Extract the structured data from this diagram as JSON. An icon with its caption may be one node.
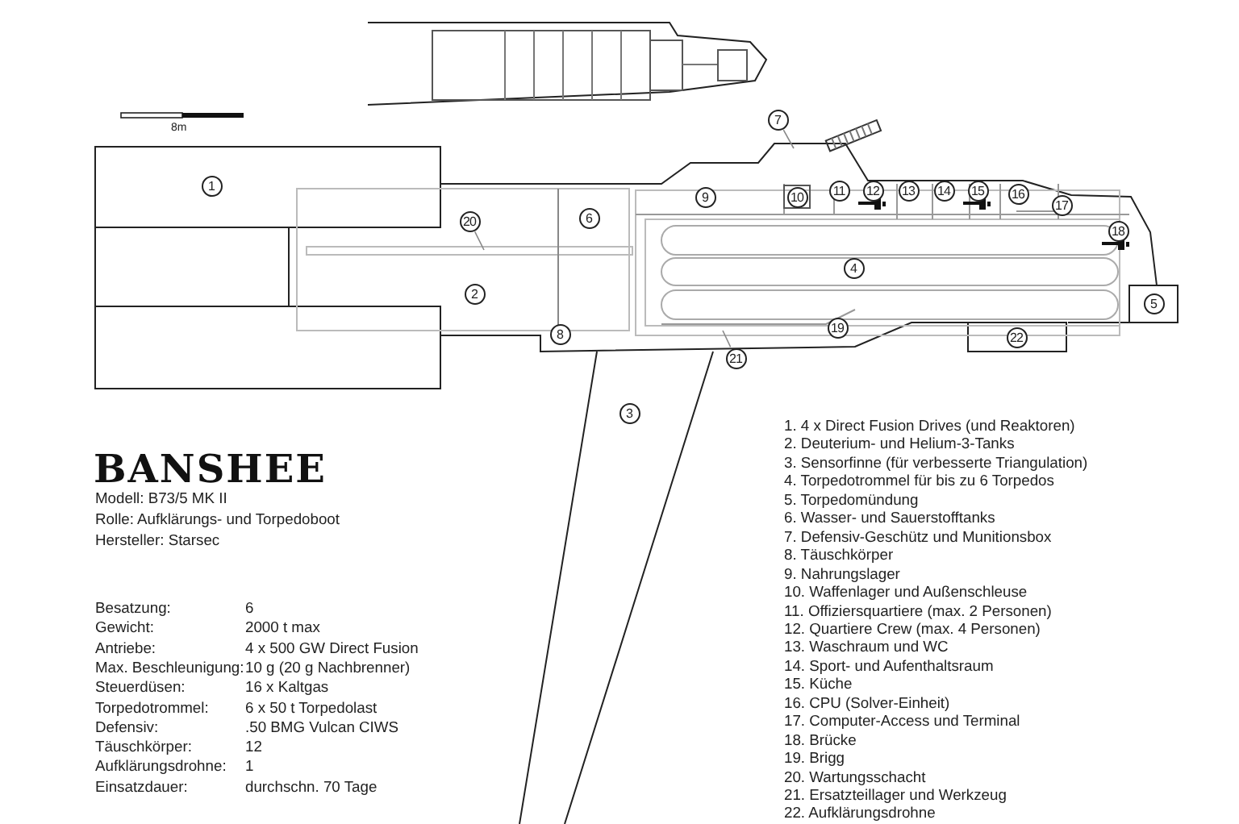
{
  "diagram": {
    "title": "BANSHEE",
    "nodes": [
      {
        "text": [
          "1"
        ]
      },
      {
        "text": [
          "2"
        ]
      },
      {
        "text": [
          "3"
        ]
      },
      {
        "text": [
          "4"
        ]
      },
      {
        "text": [
          "5"
        ]
      },
      {
        "text": [
          "6"
        ]
      },
      {
        "text": [
          "7"
        ]
      },
      {
        "text": [
          "8"
        ]
      },
      {
        "text": [
          "9"
        ]
      },
      {
        "text": [
          "10"
        ]
      },
      {
        "text": [
          "11"
        ]
      },
      {
        "text": [
          "12"
        ]
      },
      {
        "text": [
          "13"
        ]
      },
      {
        "text": [
          "14"
        ]
      },
      {
        "text": [
          "15"
        ]
      },
      {
        "text": [
          "16"
        ]
      },
      {
        "text": [
          "17"
        ]
      },
      {
        "text": [
          "18"
        ]
      },
      {
        "text": [
          "19"
        ]
      },
      {
        "text": [
          "20"
        ]
      },
      {
        "text": [
          "21"
        ]
      },
      {
        "text": [
          "22"
        ]
      }
    ],
    "edges": [
      {
        "from": 6,
        "to": null,
        "arrow": "none"
      },
      {
        "from": 19,
        "to": null,
        "arrow": "none"
      },
      {
        "from": 20,
        "to": null,
        "arrow": "none"
      }
    ],
    "labels": [
      "8m",
      "Modell: B73/5 MK II",
      "Rolle: Aufklärungs- und Torpedoboot",
      "Hersteller: Starsec",
      "Besatzung:",
      "6",
      "Gewicht:",
      "2000 t max",
      "Antriebe:",
      "4 x 500 GW Direct Fusion",
      "Max. Beschleunigung:",
      "10 g (20 g Nachbrenner)",
      "Steuerdüsen:",
      "16 x Kaltgas",
      "Torpedotrommel:",
      "6 x 50 t Torpedolast",
      "Defensiv:",
      ".50 BMG Vulcan CIWS",
      "Täuschkörper:",
      "12",
      "Aufklärungsdrohne:",
      "1",
      "Einsatzdauer:",
      "durchschn. 70 Tage",
      "1. 4 x Direct Fusion Drives (und Reaktoren)",
      "2. Deuterium- und Helium-3-Tanks",
      "3. Sensorfinne (für verbesserte Triangulation)",
      "4. Torpedotrommel für bis zu 6 Torpedos",
      "5. Torpedomündung",
      "6. Wasser- und Sauerstofftanks",
      "7. Defensiv-Geschütz und Munitionsbox",
      "8. Täuschkörper",
      "9. Nahrungslager",
      "10. Waffenlager und Außenschleuse",
      "11. Offiziersquartiere (max. 2 Personen)",
      "12. Quartiere Crew (max. 4 Personen)",
      "13. Waschraum und WC",
      "14. Sport- und Aufenthaltsraum",
      "15. Küche",
      "16. CPU (Solver-Einheit)",
      "17. Computer-Access und Terminal",
      "18. Brücke",
      "19. Brigg",
      "20. Wartungsschacht",
      "21. Ersatzteillager und Werkzeug",
      "22. Aufklärungsdrohne"
    ]
  }
}
